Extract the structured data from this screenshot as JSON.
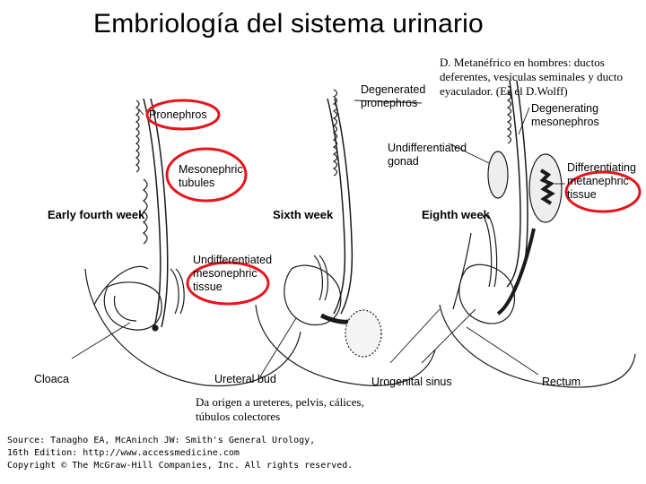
{
  "title": "Embriología del sistema urinario",
  "note_top": {
    "line1": "D. Metanéfrico  en hombres: ductos",
    "line2": "deferentes, vesículas seminales y ducto",
    "line3": "eyaculador. (Es el D.Wolff)"
  },
  "note_bottom": {
    "line1": "Da origen a ureteres, pelvis, cálices,",
    "line2": "túbulos colectores"
  },
  "stages": {
    "early": "Early fourth week",
    "sixth": "Sixth week",
    "eighth": "Eighth week"
  },
  "labels": {
    "pronephros": "Pronephros",
    "mesonephric_1": "Mesonephric",
    "mesonephric_2": "tubules",
    "undiff_meso_1": "Undifferentiated",
    "undiff_meso_2": "mesonephric",
    "undiff_meso_3": "tissue",
    "degen_pro_1": "Degenerated",
    "degen_pro_2": "pronephros",
    "degen_meso_1": "Degenerating",
    "degen_meso_2": "mesonephros",
    "gonad_1": "Undifferentiated",
    "gonad_2": "gonad",
    "meta_1": "Differentiating",
    "meta_2": "metanephric",
    "meta_3": "tissue",
    "cloaca": "Cloaca",
    "ureteral_bud": "Ureteral bud",
    "urogenital_sinus": "Urogenital sinus",
    "rectum": "Rectum"
  },
  "source": {
    "line1": "Source: Tanagho EA, McAninch JW: Smith's General Urology,",
    "line2": "16th Edition: http://www.accessmedicine.com",
    "line3": "Copyright © The McGraw-Hill Companies, Inc. All rights reserved."
  },
  "colors": {
    "highlight": "#e8141b",
    "ink": "#1a1a1a"
  }
}
